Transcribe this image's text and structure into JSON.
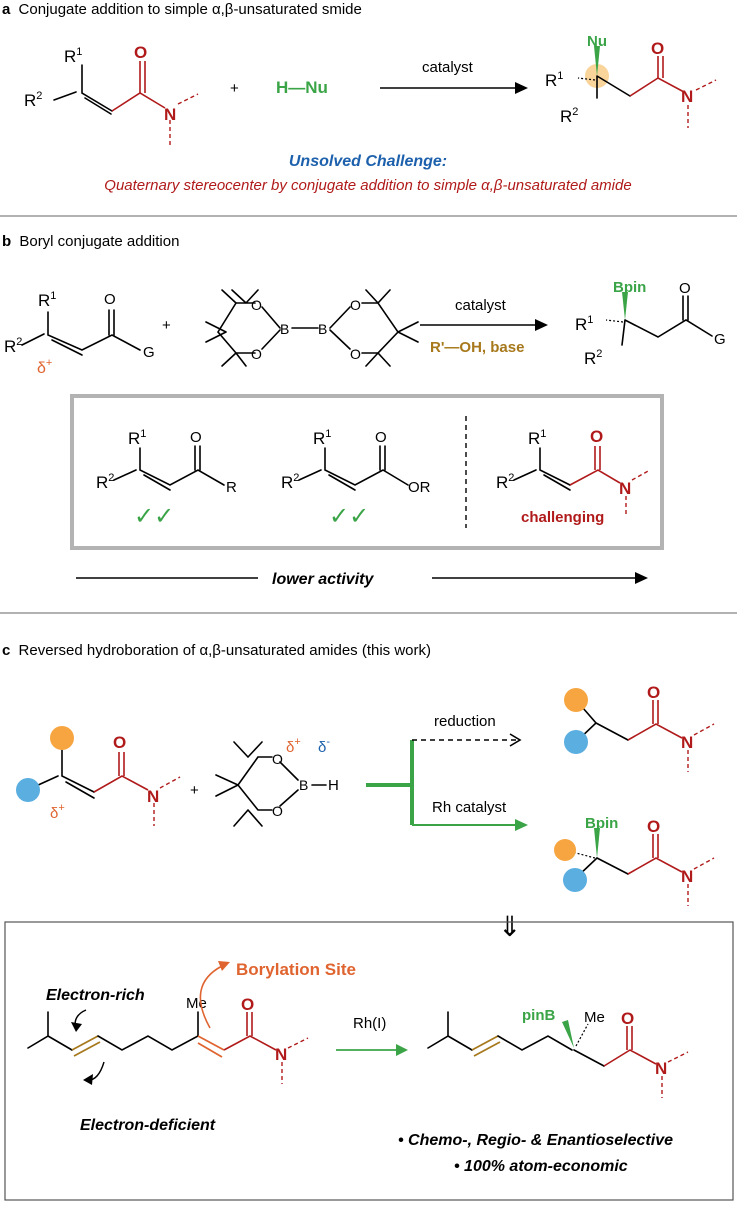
{
  "section_a": {
    "letter": "a",
    "heading": "Conjugate addition to simple α,β-unsaturated smide",
    "arrow_label": "catalyst",
    "plus": "+",
    "nucleophile": "H—Nu",
    "product_nu": "Nu",
    "challenge_title": "Unsolved Challenge:",
    "challenge_text": "Quaternary stereocenter by conjugate addition to simple α,β-unsaturated amide",
    "r1": "R",
    "r1_sup": "1",
    "r2": "R",
    "r2_sup": "2",
    "O": "O",
    "N": "N"
  },
  "section_b": {
    "letter": "b",
    "heading": "Boryl conjugate addition",
    "delta": "δ",
    "delta_sup": "+",
    "G": "G",
    "B": "B",
    "O": "O",
    "plus": "+",
    "arrow_label_top": "catalyst",
    "arrow_label_bottom": "R'—OH, base",
    "product_bpin": "Bpin",
    "box_ketone_R": "R",
    "box_ester_OR": "OR",
    "checks": "✓✓",
    "challenging": "challenging",
    "lower_activity": "lower activity"
  },
  "section_c": {
    "letter": "c",
    "heading": "Reversed hydroboration of α,β-unsaturated amides (this work)",
    "delta_plus": "δ",
    "delta_minus": "δ",
    "sup_plus": "+",
    "sup_minus": "-",
    "H": "H",
    "B": "B",
    "reduction": "reduction",
    "rh_catalyst": "Rh catalyst",
    "product_bpin": "Bpin",
    "electron_rich": "Electron-rich",
    "electron_deficient": "Electron-deficient",
    "borylation_site": "Borylation Site",
    "me": "Me",
    "rh_label": "Rh(I)",
    "pinB": "pinB",
    "bullet1": "• Chemo-, Regio- & Enantioselective",
    "bullet2": "• 100% atom-economic",
    "implies": "⇓"
  },
  "colors": {
    "red": "#b01a1a",
    "green": "#3aa447",
    "blue_title": "#1d61ad",
    "orange": "#e0642f",
    "orange_circle": "#f7a541",
    "blue_circle": "#5aaee0",
    "gold_bond": "#a7791c"
  }
}
